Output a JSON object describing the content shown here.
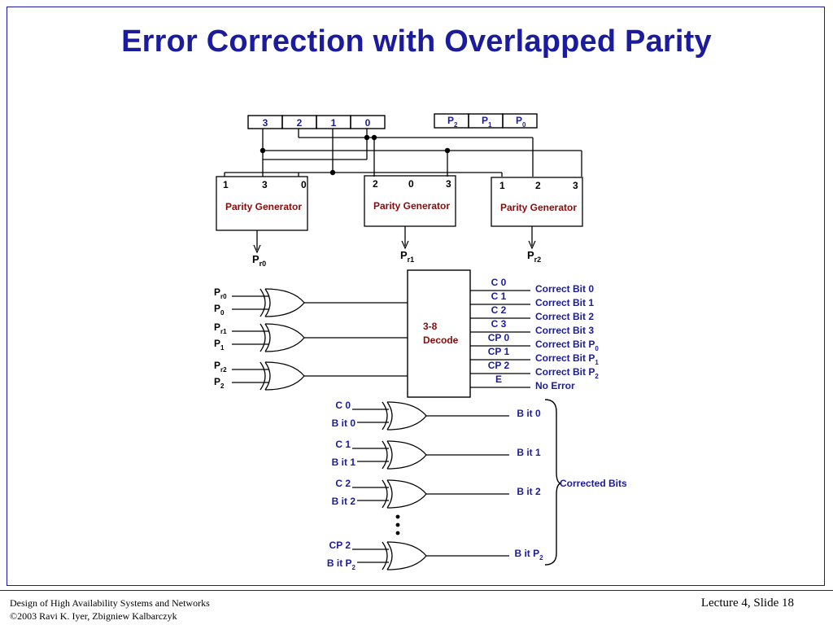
{
  "slide": {
    "title": "Error Correction with Overlapped Parity",
    "footer": {
      "course": "Design of High Availability Systems and Networks",
      "copyright": "©2003 Ravi K. Iyer, Zbigniew Kalbarczyk",
      "slide_number": "Lecture 4, Slide 18"
    }
  },
  "colors": {
    "title": "#1b1b9e",
    "border": "#1a1aa8",
    "generator_label": "#8a0a0a"
  },
  "data_bits": [
    "3",
    "2",
    "1",
    "0"
  ],
  "parity_bits": [
    {
      "main": "P",
      "sub": "2"
    },
    {
      "main": "P",
      "sub": "1"
    },
    {
      "main": "P",
      "sub": "0"
    }
  ],
  "generators": [
    {
      "inputs": [
        "1",
        "3",
        "0"
      ],
      "label": "Parity Generator",
      "output_main": "P",
      "output_sub": "r0"
    },
    {
      "inputs": [
        "2",
        "0",
        "3"
      ],
      "label": "Parity Generator",
      "output_main": "P",
      "output_sub": "r1"
    },
    {
      "inputs": [
        "1",
        "2",
        "3"
      ],
      "label": "Parity Generator",
      "output_main": "P",
      "output_sub": "r2"
    }
  ],
  "syndrome_xors": [
    {
      "a_main": "P",
      "a_sub": "r0",
      "b_main": "P",
      "b_sub": "0"
    },
    {
      "a_main": "P",
      "a_sub": "r1",
      "b_main": "P",
      "b_sub": "1"
    },
    {
      "a_main": "P",
      "a_sub": "r2",
      "b_main": "P",
      "b_sub": "2"
    }
  ],
  "decoder": {
    "label_line1": "3-8",
    "label_line2": "Decode",
    "outputs": [
      {
        "code": "C 0",
        "meaning_main": "Correct Bit 0",
        "meaning_sub": ""
      },
      {
        "code": "C 1",
        "meaning_main": "Correct Bit 1",
        "meaning_sub": ""
      },
      {
        "code": "C 2",
        "meaning_main": "Correct Bit 2",
        "meaning_sub": ""
      },
      {
        "code": "C 3",
        "meaning_main": "Correct Bit 3",
        "meaning_sub": ""
      },
      {
        "code": "CP 0",
        "meaning_main": "Correct Bit P",
        "meaning_sub": "0"
      },
      {
        "code": "CP 1",
        "meaning_main": "Correct Bit P",
        "meaning_sub": "1"
      },
      {
        "code": "CP 2",
        "meaning_main": "Correct Bit P",
        "meaning_sub": "2"
      },
      {
        "code": "E",
        "meaning_main": "No Error",
        "meaning_sub": ""
      }
    ]
  },
  "correction_xors": [
    {
      "ctrl": "C 0",
      "in_main": "B it 0",
      "in_sub": "",
      "out_main": "B it 0",
      "out_sub": ""
    },
    {
      "ctrl": "C 1",
      "in_main": "B it 1",
      "in_sub": "",
      "out_main": "B it 1",
      "out_sub": ""
    },
    {
      "ctrl": "C 2",
      "in_main": "B it 2",
      "in_sub": "",
      "out_main": "B it 2",
      "out_sub": ""
    },
    {
      "ctrl": "CP 2",
      "in_main": "B it P",
      "in_sub": "2",
      "out_main": "B it P",
      "out_sub": "2"
    }
  ],
  "corrected_bits_label": "Corrected Bits"
}
